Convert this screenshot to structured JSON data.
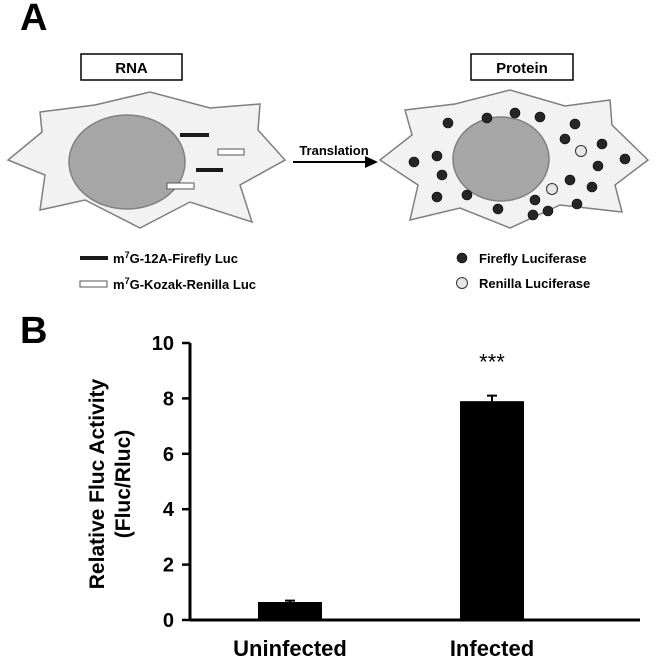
{
  "panel_a": {
    "label": "A",
    "rna_box_label": "RNA",
    "protein_box_label": "Protein",
    "arrow_label": "Translation",
    "legend_left": [
      {
        "prefix": "m",
        "superscript": "7",
        "suffix": "G-12A-Firefly Luc",
        "symbol": "black-bar-icon"
      },
      {
        "prefix": "m",
        "superscript": "7",
        "suffix": "G-Kozak-Renilla Luc",
        "symbol": "white-bar-icon"
      }
    ],
    "legend_right": [
      {
        "label": "Firefly Luciferase",
        "symbol": "black-dot-icon"
      },
      {
        "label": "Renilla Luciferase",
        "symbol": "white-dot-icon"
      }
    ],
    "colors": {
      "cell_fill": "#f2f2f2",
      "nucleus_fill": "#a6a6a6",
      "firefly": "#262626",
      "renilla": "#e6e6e6"
    }
  },
  "panel_b": {
    "label": "B",
    "significance": "***"
  },
  "chart_data": {
    "type": "bar",
    "categories": [
      "Uninfected",
      "Infected"
    ],
    "values": [
      0.65,
      7.9
    ],
    "errors": [
      0.05,
      0.2
    ],
    "title": "",
    "xlabel": "",
    "ylabel_lines": [
      "Relative Fluc Activity",
      "(Fluc/Rluc)"
    ],
    "ylim": [
      0,
      10
    ],
    "yticks": [
      0,
      2,
      4,
      6,
      8,
      10
    ],
    "grid": false,
    "bar_color": "#000000"
  }
}
